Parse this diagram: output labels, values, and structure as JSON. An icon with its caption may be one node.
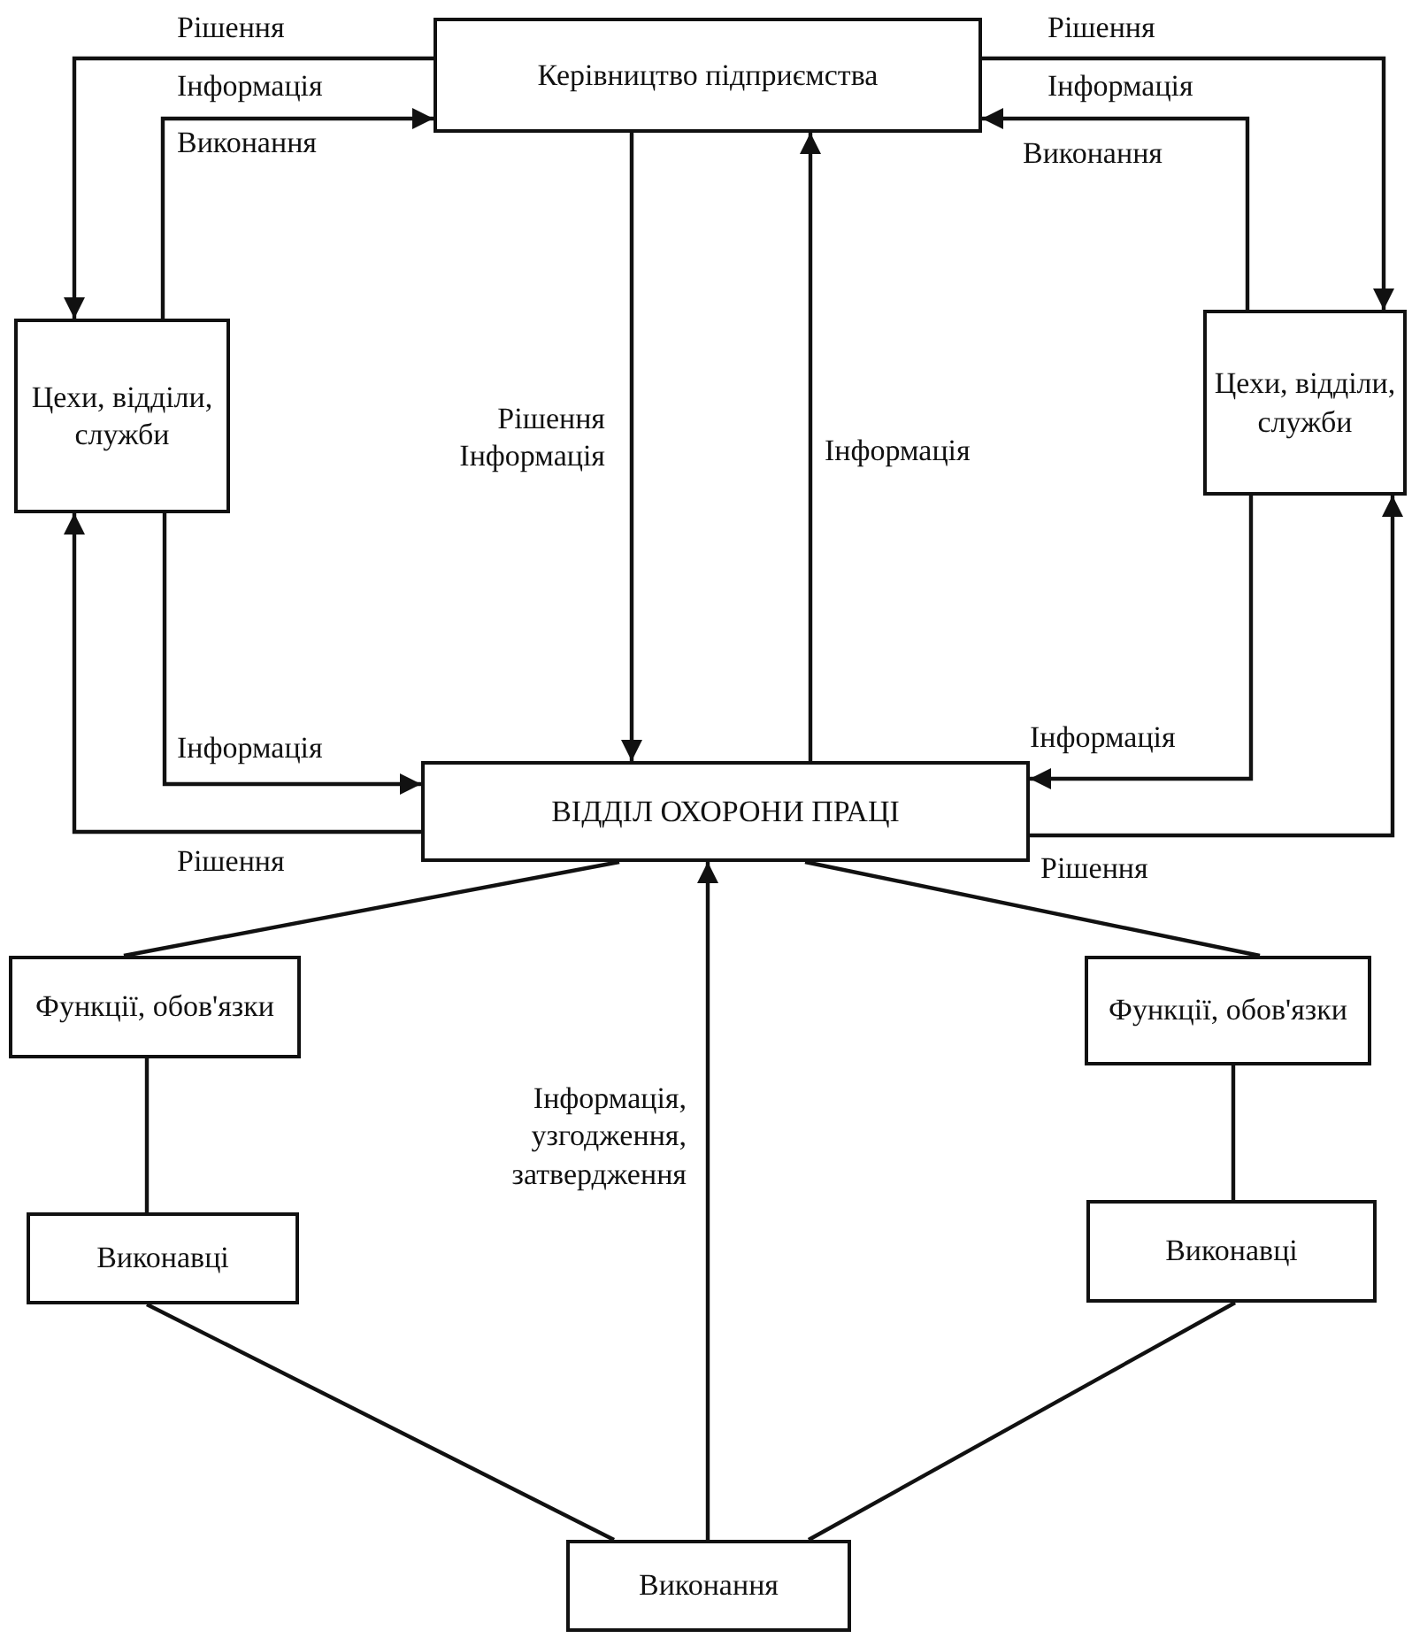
{
  "diagram": {
    "nodes": [
      {
        "text": [
          "Керівництво підприємства"
        ]
      },
      {
        "text": [
          "Цехи, відділи, служби"
        ]
      },
      {
        "text": [
          "Цехи, відділи, служби"
        ]
      },
      {
        "text": [
          "ВІДДІЛ ОХОРОНИ ПРАЦІ"
        ]
      },
      {
        "text": [
          "Функції, обов'язки"
        ]
      },
      {
        "text": [
          "Функції, обов'язки"
        ]
      },
      {
        "text": [
          "Виконавці"
        ]
      },
      {
        "text": [
          "Виконавці"
        ]
      },
      {
        "text": [
          "Виконання"
        ]
      }
    ],
    "edges": [
      {
        "from": 0,
        "to": 1,
        "arrow": "to",
        "label": "Рішення"
      },
      {
        "from": 1,
        "to": 0,
        "arrow": "to",
        "label": "Виконання"
      },
      {
        "from": 0,
        "to": 2,
        "arrow": "to",
        "label": "Рішення"
      },
      {
        "from": 2,
        "to": 0,
        "arrow": "to",
        "label": "Виконання"
      },
      {
        "from": 0,
        "to": 3,
        "arrow": "to",
        "label": "Рішення Інформація"
      },
      {
        "from": 3,
        "to": 0,
        "arrow": "to",
        "label": "Інформація"
      },
      {
        "from": 1,
        "to": 3,
        "arrow": "to",
        "label": "Інформація"
      },
      {
        "from": 3,
        "to": 1,
        "arrow": "to",
        "label": "Рішення"
      },
      {
        "from": 2,
        "to": 3,
        "arrow": "to",
        "label": "Інформація"
      },
      {
        "from": 3,
        "to": 2,
        "arrow": "to",
        "label": "Рішення"
      },
      {
        "from": 3,
        "to": 4,
        "arrow": "none"
      },
      {
        "from": 3,
        "to": 5,
        "arrow": "none"
      },
      {
        "from": 4,
        "to": 6,
        "arrow": "none"
      },
      {
        "from": 5,
        "to": 7,
        "arrow": "none"
      },
      {
        "from": 6,
        "to": 8,
        "arrow": "none"
      },
      {
        "from": 7,
        "to": 8,
        "arrow": "none"
      },
      {
        "from": 8,
        "to": 3,
        "arrow": "to",
        "label": "Інформація, узгодження, затвердження"
      }
    ],
    "labels": [
      "Інформація",
      "Інформація"
    ]
  }
}
